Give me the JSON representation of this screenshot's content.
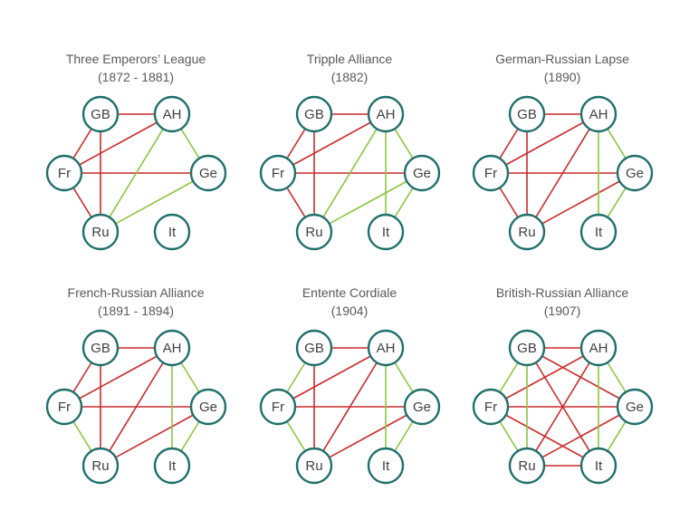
{
  "colors": {
    "hostile": "#cc2a2a",
    "friendly": "#8cc63f",
    "node_border": "#1f6f6b",
    "title_text": "#595959",
    "node_text": "#404040"
  },
  "legend_semantics": {
    "hostile_color_meaning": "red",
    "friendly_color_meaning": "green"
  },
  "nodes": [
    "GB",
    "AH",
    "Fr",
    "Ge",
    "Ru",
    "It"
  ],
  "panels": [
    {
      "title": "Three Emperors’ League",
      "subtitle": "(1872 - 1881)",
      "edges": [
        {
          "a": "GB",
          "b": "AH",
          "relation": "hostile"
        },
        {
          "a": "GB",
          "b": "Fr",
          "relation": "hostile"
        },
        {
          "a": "GB",
          "b": "Ru",
          "relation": "hostile"
        },
        {
          "a": "Fr",
          "b": "Ge",
          "relation": "hostile"
        },
        {
          "a": "Fr",
          "b": "Ru",
          "relation": "hostile"
        },
        {
          "a": "AH",
          "b": "Fr",
          "relation": "hostile"
        },
        {
          "a": "AH",
          "b": "Ge",
          "relation": "friendly"
        },
        {
          "a": "AH",
          "b": "Ru",
          "relation": "friendly"
        },
        {
          "a": "Ge",
          "b": "Ru",
          "relation": "friendly"
        }
      ]
    },
    {
      "title": "Tripple Alliance",
      "subtitle": "(1882)",
      "edges": [
        {
          "a": "GB",
          "b": "AH",
          "relation": "hostile"
        },
        {
          "a": "GB",
          "b": "Fr",
          "relation": "hostile"
        },
        {
          "a": "GB",
          "b": "Ru",
          "relation": "hostile"
        },
        {
          "a": "Fr",
          "b": "Ge",
          "relation": "hostile"
        },
        {
          "a": "Fr",
          "b": "Ru",
          "relation": "hostile"
        },
        {
          "a": "AH",
          "b": "Fr",
          "relation": "hostile"
        },
        {
          "a": "AH",
          "b": "Ge",
          "relation": "friendly"
        },
        {
          "a": "AH",
          "b": "Ru",
          "relation": "friendly"
        },
        {
          "a": "Ge",
          "b": "Ru",
          "relation": "friendly"
        },
        {
          "a": "AH",
          "b": "It",
          "relation": "friendly"
        },
        {
          "a": "Ge",
          "b": "It",
          "relation": "friendly"
        }
      ]
    },
    {
      "title": "German-Russian Lapse",
      "subtitle": "(1890)",
      "edges": [
        {
          "a": "GB",
          "b": "AH",
          "relation": "hostile"
        },
        {
          "a": "GB",
          "b": "Fr",
          "relation": "hostile"
        },
        {
          "a": "GB",
          "b": "Ru",
          "relation": "hostile"
        },
        {
          "a": "Fr",
          "b": "Ge",
          "relation": "hostile"
        },
        {
          "a": "Fr",
          "b": "Ru",
          "relation": "hostile"
        },
        {
          "a": "AH",
          "b": "Fr",
          "relation": "hostile"
        },
        {
          "a": "AH",
          "b": "Ru",
          "relation": "hostile"
        },
        {
          "a": "Ge",
          "b": "Ru",
          "relation": "hostile"
        },
        {
          "a": "AH",
          "b": "Ge",
          "relation": "friendly"
        },
        {
          "a": "AH",
          "b": "It",
          "relation": "friendly"
        },
        {
          "a": "Ge",
          "b": "It",
          "relation": "friendly"
        }
      ]
    },
    {
      "title": "French-Russian Alliance",
      "subtitle": "(1891 - 1894)",
      "edges": [
        {
          "a": "GB",
          "b": "AH",
          "relation": "hostile"
        },
        {
          "a": "GB",
          "b": "Fr",
          "relation": "hostile"
        },
        {
          "a": "GB",
          "b": "Ru",
          "relation": "hostile"
        },
        {
          "a": "Fr",
          "b": "Ge",
          "relation": "hostile"
        },
        {
          "a": "AH",
          "b": "Fr",
          "relation": "hostile"
        },
        {
          "a": "AH",
          "b": "Ru",
          "relation": "hostile"
        },
        {
          "a": "Ge",
          "b": "Ru",
          "relation": "hostile"
        },
        {
          "a": "Fr",
          "b": "Ru",
          "relation": "friendly"
        },
        {
          "a": "AH",
          "b": "Ge",
          "relation": "friendly"
        },
        {
          "a": "AH",
          "b": "It",
          "relation": "friendly"
        },
        {
          "a": "Ge",
          "b": "It",
          "relation": "friendly"
        }
      ]
    },
    {
      "title": "Entente Cordiale",
      "subtitle": "(1904)",
      "edges": [
        {
          "a": "GB",
          "b": "AH",
          "relation": "hostile"
        },
        {
          "a": "GB",
          "b": "Ru",
          "relation": "hostile"
        },
        {
          "a": "Fr",
          "b": "Ge",
          "relation": "hostile"
        },
        {
          "a": "AH",
          "b": "Fr",
          "relation": "hostile"
        },
        {
          "a": "AH",
          "b": "Ru",
          "relation": "hostile"
        },
        {
          "a": "Ge",
          "b": "Ru",
          "relation": "hostile"
        },
        {
          "a": "GB",
          "b": "Fr",
          "relation": "friendly"
        },
        {
          "a": "Fr",
          "b": "Ru",
          "relation": "friendly"
        },
        {
          "a": "AH",
          "b": "Ge",
          "relation": "friendly"
        },
        {
          "a": "AH",
          "b": "It",
          "relation": "friendly"
        },
        {
          "a": "Ge",
          "b": "It",
          "relation": "friendly"
        }
      ]
    },
    {
      "title": "British-Russian Alliance",
      "subtitle": "(1907)",
      "edges": [
        {
          "a": "GB",
          "b": "AH",
          "relation": "hostile"
        },
        {
          "a": "GB",
          "b": "Ge",
          "relation": "hostile"
        },
        {
          "a": "GB",
          "b": "It",
          "relation": "hostile"
        },
        {
          "a": "Fr",
          "b": "Ge",
          "relation": "hostile"
        },
        {
          "a": "AH",
          "b": "Fr",
          "relation": "hostile"
        },
        {
          "a": "AH",
          "b": "Ru",
          "relation": "hostile"
        },
        {
          "a": "Ge",
          "b": "Ru",
          "relation": "hostile"
        },
        {
          "a": "Fr",
          "b": "It",
          "relation": "hostile"
        },
        {
          "a": "Ru",
          "b": "It",
          "relation": "hostile"
        },
        {
          "a": "GB",
          "b": "Fr",
          "relation": "friendly"
        },
        {
          "a": "GB",
          "b": "Ru",
          "relation": "friendly"
        },
        {
          "a": "Fr",
          "b": "Ru",
          "relation": "friendly"
        },
        {
          "a": "AH",
          "b": "Ge",
          "relation": "friendly"
        },
        {
          "a": "AH",
          "b": "It",
          "relation": "friendly"
        },
        {
          "a": "Ge",
          "b": "It",
          "relation": "friendly"
        }
      ]
    }
  ]
}
